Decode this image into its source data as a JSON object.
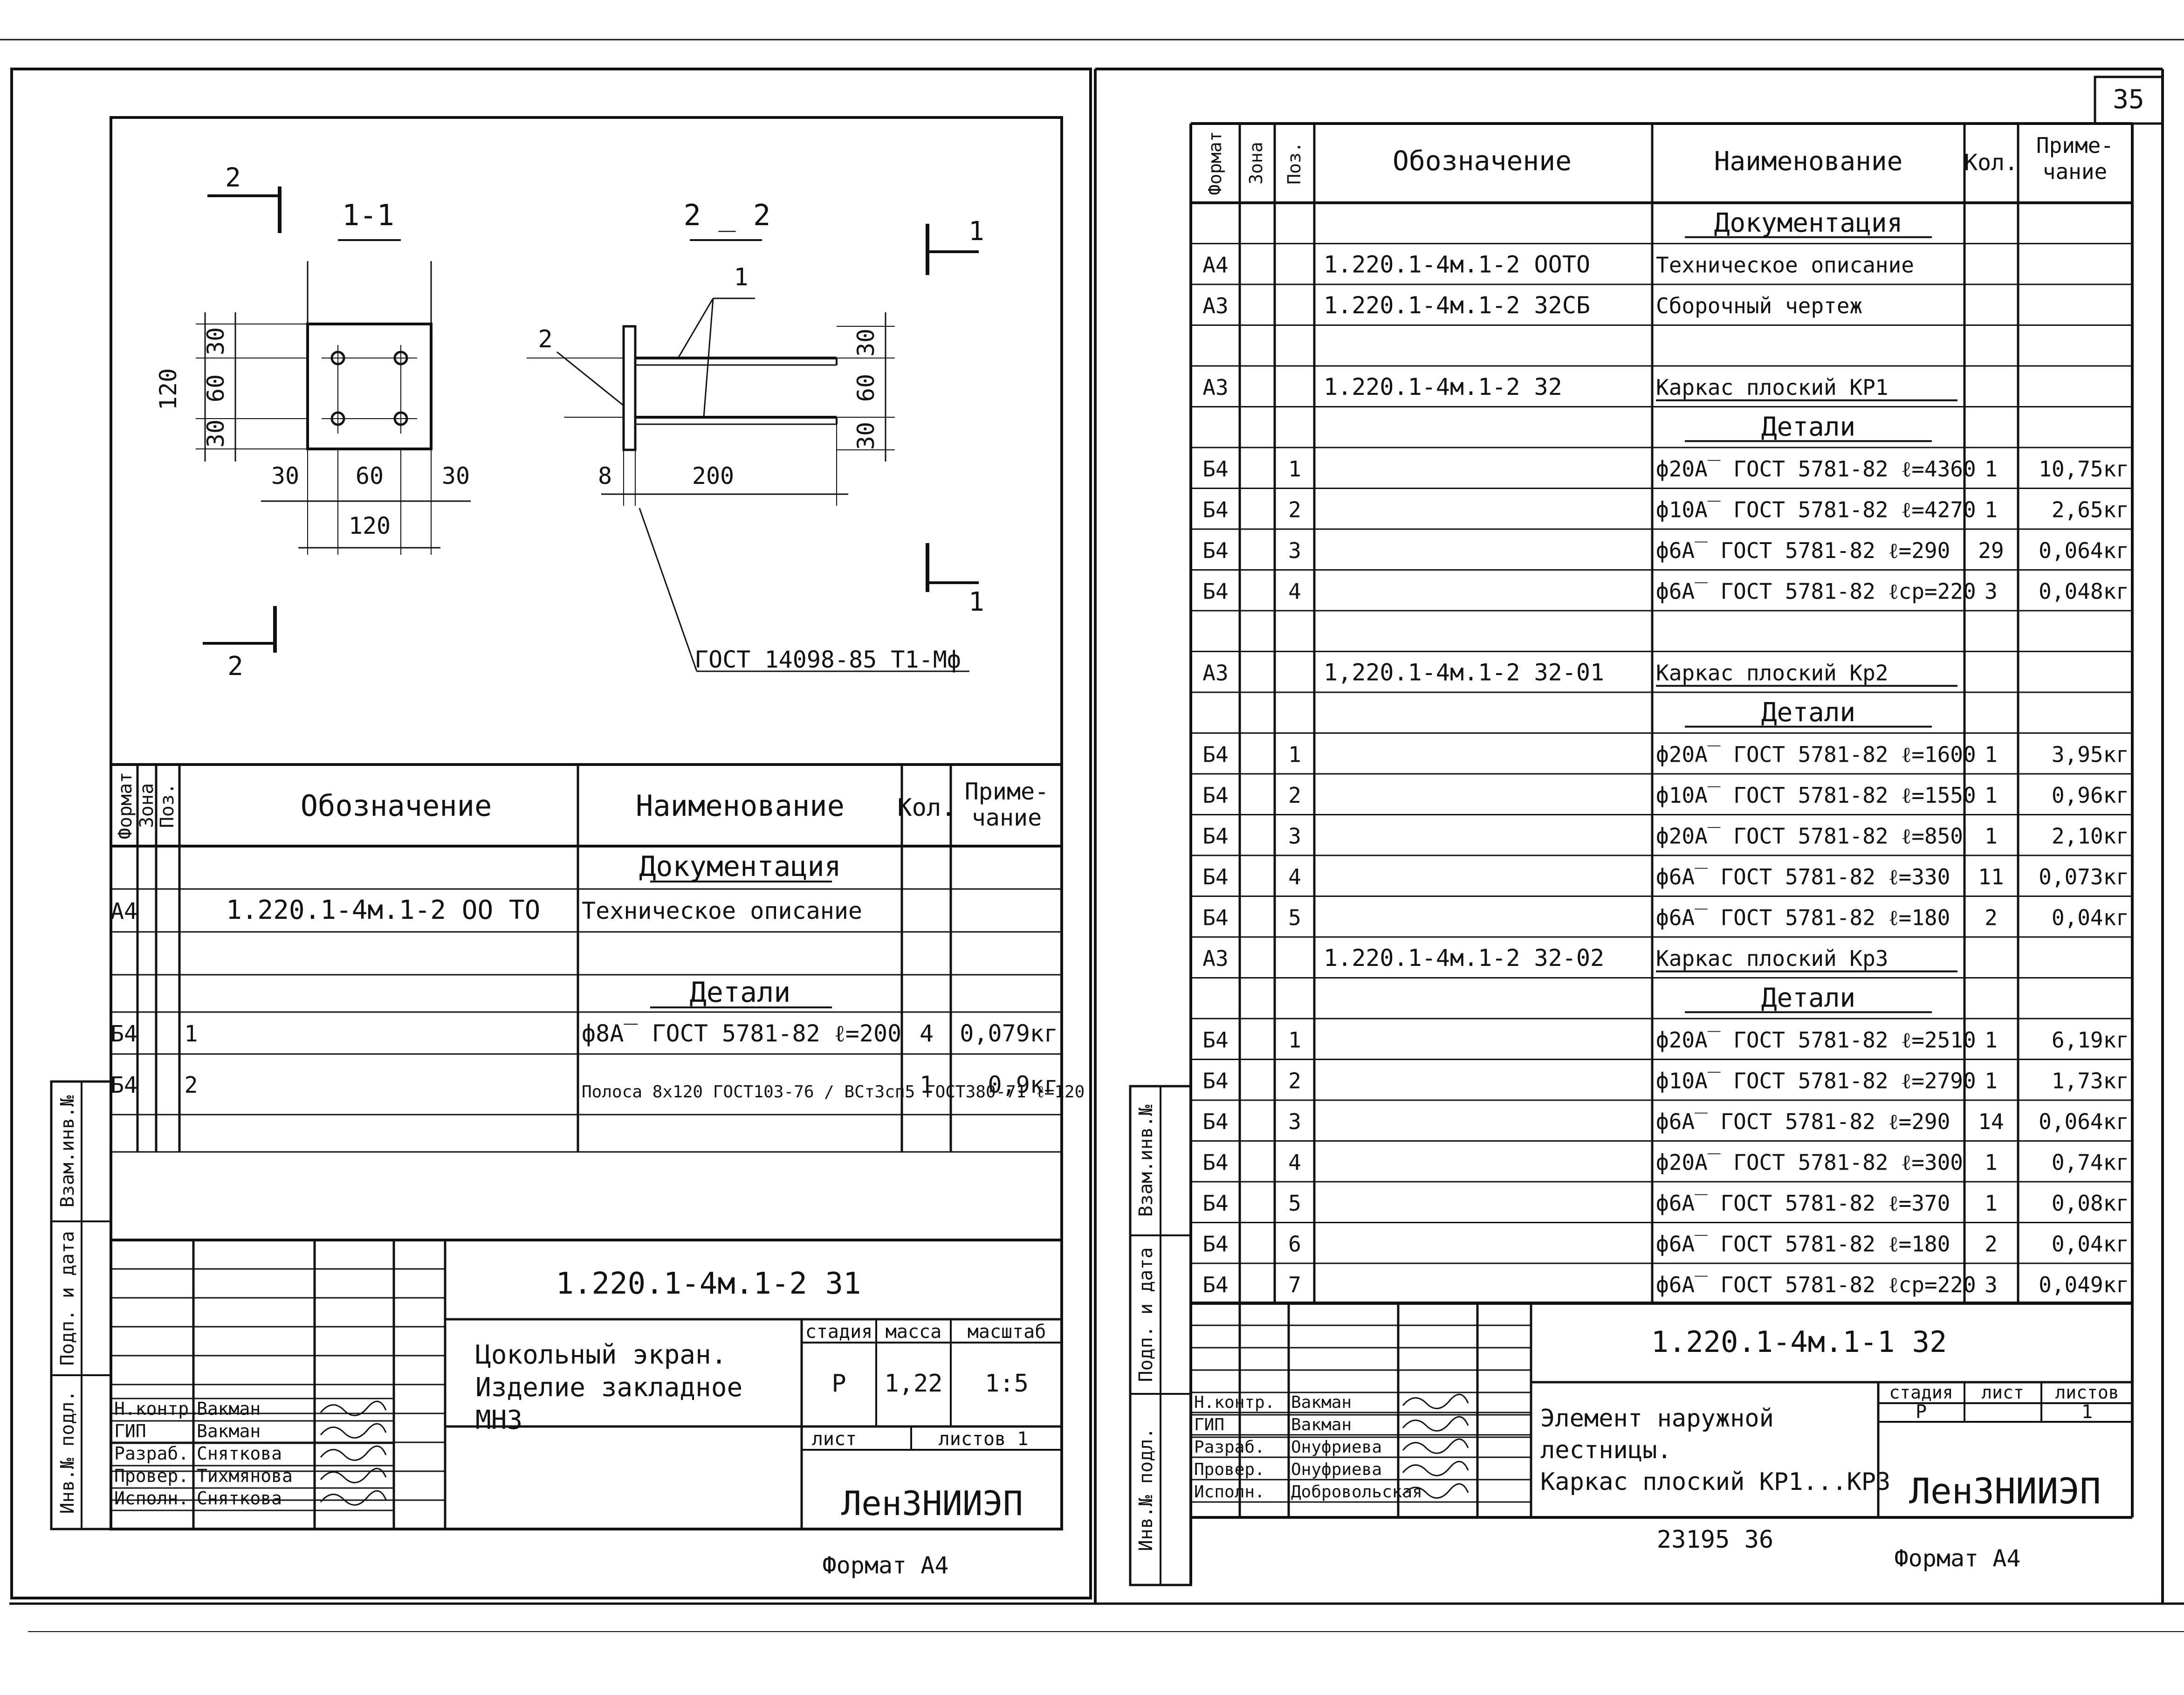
{
  "page": {
    "number": "35"
  },
  "left": {
    "section_labels": {
      "s11": "1-1",
      "s22": "2 _ 2",
      "cut2_top": "2",
      "cut2_bot": "2",
      "cut1_top": "1",
      "cut1_bot": "1"
    },
    "dims": {
      "d120v": "120",
      "d30a": "30",
      "d60": "60",
      "d30b": "30",
      "h30a": "30",
      "h60": "60",
      "h30b": "30",
      "h120": "120",
      "r30a": "30",
      "r60": "60",
      "r30b": "30",
      "s8": "8",
      "s200": "200"
    },
    "leaders": {
      "l1": "1",
      "l2": "2",
      "weld": "ГОСТ 14098-85 Т1-Мф"
    },
    "table": {
      "headers": {
        "format": "Формат",
        "zone": "Зона",
        "pos": "Поз.",
        "designation": "Обозначение",
        "name": "Наименование",
        "qty": "Кол.",
        "note": "Приме-\nчание"
      },
      "rows": [
        {
          "format": "",
          "zone": "",
          "pos": "",
          "designation": "",
          "name": "Документация",
          "qty": "",
          "note": ""
        },
        {
          "format": "А4",
          "zone": "",
          "pos": "",
          "designation": "1.220.1-4м.1-2    ОО ТО",
          "name": "Техническое описание",
          "qty": "",
          "note": ""
        },
        {
          "format": "",
          "zone": "",
          "pos": "",
          "designation": "",
          "name": "",
          "qty": "",
          "note": ""
        },
        {
          "format": "",
          "zone": "",
          "pos": "",
          "designation": "",
          "name": "Детали",
          "qty": "",
          "note": ""
        },
        {
          "format": "Б4",
          "zone": "",
          "pos": "1",
          "designation": "",
          "name": "ф8А‾ ГОСТ 5781-82  ℓ=200",
          "qty": "4",
          "note": "0,079кг"
        },
        {
          "format": "Б4",
          "zone": "",
          "pos": "2",
          "designation": "",
          "name": "Полоса 8х120 ГОСТ103-76 / ВСт3сп5 ГОСТ380-71  ℓ=120",
          "qty": "1",
          "note": "0,9кг"
        },
        {
          "format": "",
          "zone": "",
          "pos": "",
          "designation": "",
          "name": "",
          "qty": "",
          "note": ""
        }
      ]
    },
    "title_block": {
      "code": "1.220.1-4м.1-2     31",
      "title": "Цокольный  экран.\nИзделие  закладное\nМН3",
      "stage_label": "стадия",
      "mass_label": "масса",
      "scale_label": "масштаб",
      "stage": "Р",
      "mass": "1,22",
      "scale": "1:5",
      "sheet_label": "лист",
      "sheets_label": "листов 1",
      "org": "ЛенЗНИИЭП",
      "people": [
        {
          "role": "Н.контр.",
          "name": "Вакман"
        },
        {
          "role": "ГИП",
          "name": "Вакман"
        },
        {
          "role": "Разраб.",
          "name": "Сняткова"
        },
        {
          "role": "Провер.",
          "name": "Тихмянова"
        },
        {
          "role": "Исполн.",
          "name": "Сняткова"
        }
      ]
    },
    "side_labels": [
      "Взам.инв.№",
      "Подп. и дата",
      "Инв.№ подл."
    ],
    "format": "Формат А4"
  },
  "right": {
    "table": {
      "headers": {
        "format": "Формат",
        "zone": "Зона",
        "pos": "Поз.",
        "designation": "Обозначение",
        "name": "Наименование",
        "qty": "Кол.",
        "note": "Приме-\nчание"
      },
      "rows": [
        {
          "format": "",
          "zone": "",
          "pos": "",
          "designation": "",
          "name": "Документация",
          "qty": "",
          "note": ""
        },
        {
          "format": "А4",
          "zone": "",
          "pos": "",
          "designation": "1.220.1-4м.1-2    ООТО",
          "name": "Техническое описание",
          "qty": "",
          "note": ""
        },
        {
          "format": "А3",
          "zone": "",
          "pos": "",
          "designation": "1.220.1-4м.1-2    32СБ",
          "name": "Сборочный  чертеж",
          "qty": "",
          "note": ""
        },
        {
          "format": "",
          "zone": "",
          "pos": "",
          "designation": "",
          "name": "",
          "qty": "",
          "note": ""
        },
        {
          "format": "А3",
          "zone": "",
          "pos": "",
          "designation": "1.220.1-4м.1-2   32",
          "name": "Каркас  плоский  КР1",
          "qty": "",
          "note": ""
        },
        {
          "format": "",
          "zone": "",
          "pos": "",
          "designation": "",
          "name": "Детали",
          "qty": "",
          "note": ""
        },
        {
          "format": "Б4",
          "zone": "",
          "pos": "1",
          "designation": "",
          "name": "ф20А‾ ГОСТ 5781-82  ℓ=4360",
          "qty": "1",
          "note": "10,75кг"
        },
        {
          "format": "Б4",
          "zone": "",
          "pos": "2",
          "designation": "",
          "name": "ф10А‾ ГОСТ 5781-82  ℓ=4270",
          "qty": "1",
          "note": "2,65кг"
        },
        {
          "format": "Б4",
          "zone": "",
          "pos": "3",
          "designation": "",
          "name": "ф6А‾ ГОСТ 5781-82  ℓ=290",
          "qty": "29",
          "note": "0,064кг"
        },
        {
          "format": "Б4",
          "zone": "",
          "pos": "4",
          "designation": "",
          "name": "ф6А‾ ГОСТ 5781-82  ℓср=220",
          "qty": "3",
          "note": "0,048кг"
        },
        {
          "format": "",
          "zone": "",
          "pos": "",
          "designation": "",
          "name": "",
          "qty": "",
          "note": ""
        },
        {
          "format": "А3",
          "zone": "",
          "pos": "",
          "designation": "1,220.1-4м.1-2   32-01",
          "name": "Каркас  плоский  Кр2",
          "qty": "",
          "note": ""
        },
        {
          "format": "",
          "zone": "",
          "pos": "",
          "designation": "",
          "name": "Детали",
          "qty": "",
          "note": ""
        },
        {
          "format": "Б4",
          "zone": "",
          "pos": "1",
          "designation": "",
          "name": "ф20А‾ ГОСТ 5781-82  ℓ=1600",
          "qty": "1",
          "note": "3,95кг"
        },
        {
          "format": "Б4",
          "zone": "",
          "pos": "2",
          "designation": "",
          "name": "ф10А‾ ГОСТ 5781-82  ℓ=1550",
          "qty": "1",
          "note": "0,96кг"
        },
        {
          "format": "Б4",
          "zone": "",
          "pos": "3",
          "designation": "",
          "name": "ф20А‾ ГОСТ 5781-82  ℓ=850",
          "qty": "1",
          "note": "2,10кг"
        },
        {
          "format": "Б4",
          "zone": "",
          "pos": "4",
          "designation": "",
          "name": "ф6А‾ ГОСТ 5781-82  ℓ=330",
          "qty": "11",
          "note": "0,073кг"
        },
        {
          "format": "Б4",
          "zone": "",
          "pos": "5",
          "designation": "",
          "name": "ф6А‾ ГОСТ 5781-82  ℓ=180",
          "qty": "2",
          "note": "0,04кг"
        },
        {
          "format": "А3",
          "zone": "",
          "pos": "",
          "designation": "1.220.1-4м.1-2  32-02",
          "name": "Каркас  плоский  Кр3",
          "qty": "",
          "note": ""
        },
        {
          "format": "",
          "zone": "",
          "pos": "",
          "designation": "",
          "name": "Детали",
          "qty": "",
          "note": ""
        },
        {
          "format": "Б4",
          "zone": "",
          "pos": "1",
          "designation": "",
          "name": "ф20А‾ ГОСТ 5781-82  ℓ=2510",
          "qty": "1",
          "note": "6,19кг"
        },
        {
          "format": "Б4",
          "zone": "",
          "pos": "2",
          "designation": "",
          "name": "ф10А‾ ГОСТ 5781-82  ℓ=2790",
          "qty": "1",
          "note": "1,73кг"
        },
        {
          "format": "Б4",
          "zone": "",
          "pos": "3",
          "designation": "",
          "name": "ф6А‾ ГОСТ 5781-82  ℓ=290",
          "qty": "14",
          "note": "0,064кг"
        },
        {
          "format": "Б4",
          "zone": "",
          "pos": "4",
          "designation": "",
          "name": "ф20А‾ ГОСТ 5781-82  ℓ=300",
          "qty": "1",
          "note": "0,74кг"
        },
        {
          "format": "Б4",
          "zone": "",
          "pos": "5",
          "designation": "",
          "name": "ф6А‾ ГОСТ 5781-82  ℓ=370",
          "qty": "1",
          "note": "0,08кг"
        },
        {
          "format": "Б4",
          "zone": "",
          "pos": "6",
          "designation": "",
          "name": "ф6А‾ ГОСТ 5781-82  ℓ=180",
          "qty": "2",
          "note": "0,04кг"
        },
        {
          "format": "Б4",
          "zone": "",
          "pos": "7",
          "designation": "",
          "name": "ф6А‾ ГОСТ 5781-82  ℓср=220",
          "qty": "3",
          "note": "0,049кг"
        }
      ]
    },
    "title_block": {
      "code": "1.220.1-4м.1-1      32",
      "title": "Элемент  наружной\nлестницы.\nКаркас  плоский  КР1...КР3",
      "stage_label": "стадия",
      "sheet_label": "лист",
      "sheets_label": "листов",
      "stage": "Р",
      "sheets": "1",
      "org": "ЛенЗНИИЭП",
      "people": [
        {
          "role": "Н.контр.",
          "name": "Вакман"
        },
        {
          "role": "ГИП",
          "name": "Вакман"
        },
        {
          "role": "Разраб.",
          "name": "Онуфриева"
        },
        {
          "role": "Провер.",
          "name": "Онуфриева"
        },
        {
          "role": "Исполн.",
          "name": "Добровольская"
        }
      ]
    },
    "side_labels": [
      "Взам.инв.№",
      "Подп. и дата",
      "Инв.№ подл."
    ],
    "bottom_note": "23195   36",
    "format": "Формат А4"
  }
}
